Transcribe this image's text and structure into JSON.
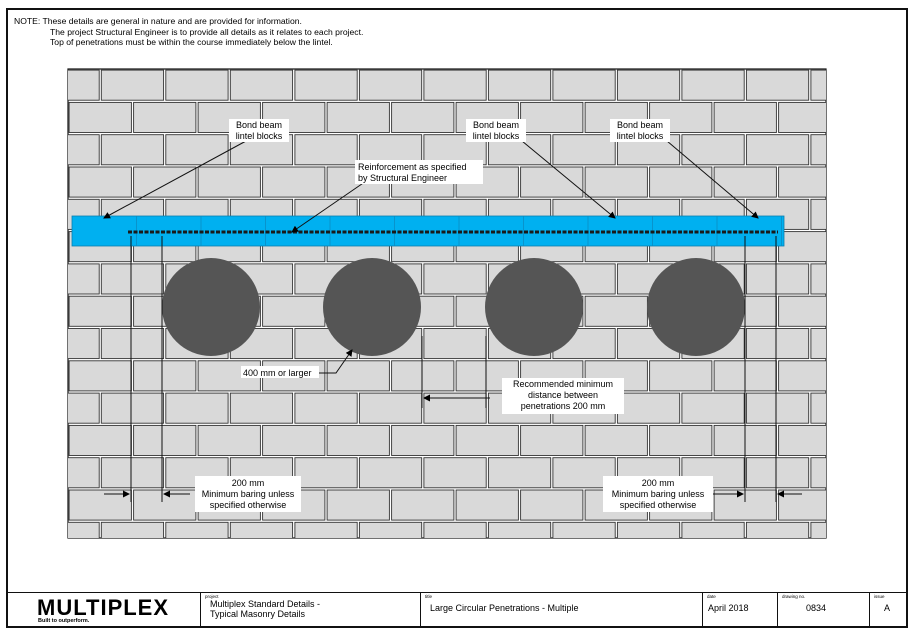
{
  "note": {
    "lines": [
      "NOTE: These details are general in nature and are provided for information.",
      "The project Structural Engineer is to provide all details as it relates to each project.",
      "Top of penetrations must be within the course immediately below the lintel."
    ]
  },
  "labels": {
    "bond_beam_left_1": "Bond beam",
    "bond_beam_left_2": "lintel blocks",
    "bond_beam_mid_1": "Bond beam",
    "bond_beam_mid_2": "lintel blocks",
    "bond_beam_right_1": "Bond beam",
    "bond_beam_right_2": "lintel blocks",
    "reinf_1": "Reinforcement as specified",
    "reinf_2": "by Structural Engineer",
    "size": "400 mm or larger",
    "dist_1": "Recommended minimum",
    "dist_2": "distance between",
    "dist_3": "penetrations 200 mm",
    "bearing_left_1": "200 mm",
    "bearing_left_2": "Minimum baring unless",
    "bearing_left_3": "specified otherwise",
    "bearing_right_1": "200 mm",
    "bearing_right_2": "Minimum baring unless",
    "bearing_right_3": "specified otherwise"
  },
  "colors": {
    "lintel": "#00b0f0",
    "penetration": "#555555",
    "block": "#d9d9d9",
    "mortar": "#ffffff"
  },
  "title_block": {
    "logo": "MULTIPLEX",
    "tagline": "Built to outperform.",
    "project_caption": "project",
    "project_1": "Multiplex Standard Details -",
    "project_2": "Typical Masonry Details",
    "title_caption": "title",
    "title": "Large Circular Penetrations - Multiple",
    "date_caption": "date",
    "date": "April 2018",
    "drawing_caption": "drawing no.",
    "drawing_no": "0834",
    "issue_caption": "issue",
    "issue": "A"
  }
}
